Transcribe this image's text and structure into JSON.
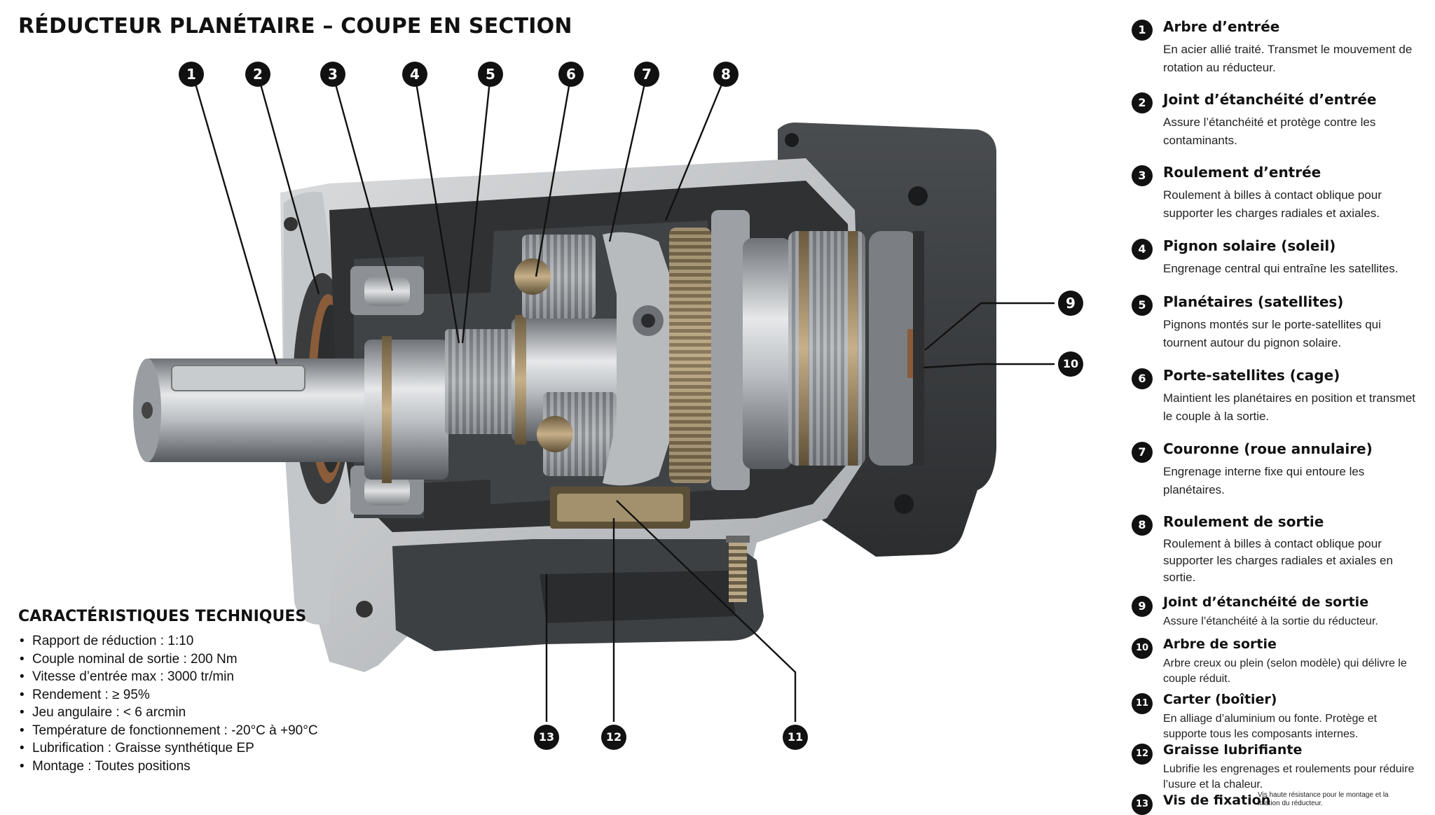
{
  "title": "RÉDUCTEUR PLANÉTAIRE – COUPE EN SECTION",
  "specs": {
    "heading": "CARACTÉRISTIQUES TECHNIQUES",
    "items": [
      "Rapport de réduction : 1:10",
      "Couple nominal de sortie : 200 Nm",
      "Vitesse d’entrée max : 3000 tr/min",
      "Rendement : ≥ 95%",
      "Jeu angulaire : < 6 arcmin",
      "Température de fonctionnement : -20°C à +90°C",
      "Lubrification : Graisse synthétique EP",
      "Montage : Toutes positions"
    ]
  },
  "legend": [
    {
      "num": "1",
      "title": "Arbre d’entrée",
      "desc": "En acier allié traité. Transmet le mouvement de rotation au réducteur."
    },
    {
      "num": "2",
      "title": "Joint d’étanchéité d’entrée",
      "desc": "Assure l’étanchéité et protège contre les contaminants."
    },
    {
      "num": "3",
      "title": "Roulement d’entrée",
      "desc": "Roulement à billes à contact oblique pour supporter les charges radiales et axiales."
    },
    {
      "num": "4",
      "title": "Pignon solaire (soleil)",
      "desc": "Engrenage central qui entraîne les satellites."
    },
    {
      "num": "5",
      "title": "Planétaires (satellites)",
      "desc": "Pignons montés sur le porte-satellites qui tournent autour du pignon solaire."
    },
    {
      "num": "6",
      "title": "Porte-satellites (cage)",
      "desc": "Maintient les planétaires en position et transmet le couple à la sortie."
    },
    {
      "num": "7",
      "title": "Couronne (roue annulaire)",
      "desc": "Engrenage interne fixe qui entoure les planétaires."
    },
    {
      "num": "8",
      "title": "Roulement de sortie",
      "desc": "Roulement à billes à contact oblique pour supporter les charges radiales et axiales en sortie."
    },
    {
      "num": "9",
      "title": "Joint d’étanchéité de sortie",
      "desc": "Assure l’étanchéité à la sortie du réducteur."
    },
    {
      "num": "10",
      "title": "Arbre de sortie",
      "desc": "Arbre creux ou plein (selon modèle) qui délivre le couple réduit."
    },
    {
      "num": "11",
      "title": "Carter (boîtier)",
      "desc": "En alliage d’aluminium ou fonte. Protège et supporte tous les composants internes."
    },
    {
      "num": "12",
      "title": "Graisse lubrifiante",
      "desc": "Lubrifie les engrenages et roulements pour réduire l’usure et la chaleur."
    },
    {
      "num": "13",
      "title": "Vis de fixation",
      "desc": "Vis haute résistance pour le montage et la fixation du réducteur."
    }
  ],
  "callouts": [
    "1",
    "2",
    "3",
    "4",
    "5",
    "6",
    "7",
    "8",
    "9",
    "10",
    "11",
    "12",
    "13"
  ]
}
